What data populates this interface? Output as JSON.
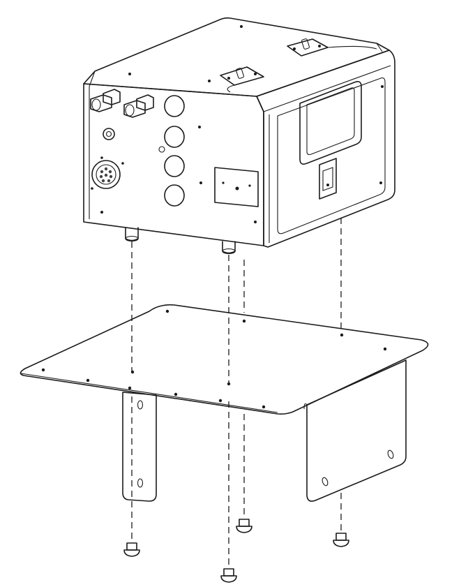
{
  "figure": {
    "kind": "exploded-assembly-illustration",
    "colors": {
      "outline": "#1a1a1a",
      "face_light": "#e2e2e2",
      "face_mid": "#cfcfcf",
      "face_dark": "#b4b4b4",
      "detail": "#8e8e8e",
      "background": "#ffffff"
    },
    "parts": [
      {
        "part": "enclosure-box",
        "icon": "enclosure-icon"
      },
      {
        "part": "mounting-bracket",
        "icon": "bracket-icon"
      },
      {
        "part": "screw",
        "icon": "screw-icon",
        "count": 4
      },
      {
        "part": "standoff",
        "icon": "standoff-icon",
        "count": 2
      },
      {
        "part": "cable-gland",
        "icon": "cable-gland-icon",
        "count": 2
      },
      {
        "part": "circular-connector",
        "icon": "connector-icon",
        "count": 1
      },
      {
        "part": "hinge-latch",
        "icon": "hinge-icon",
        "count": 2
      },
      {
        "part": "window",
        "icon": "window-icon",
        "count": 1
      }
    ],
    "guide_lines": 4
  }
}
